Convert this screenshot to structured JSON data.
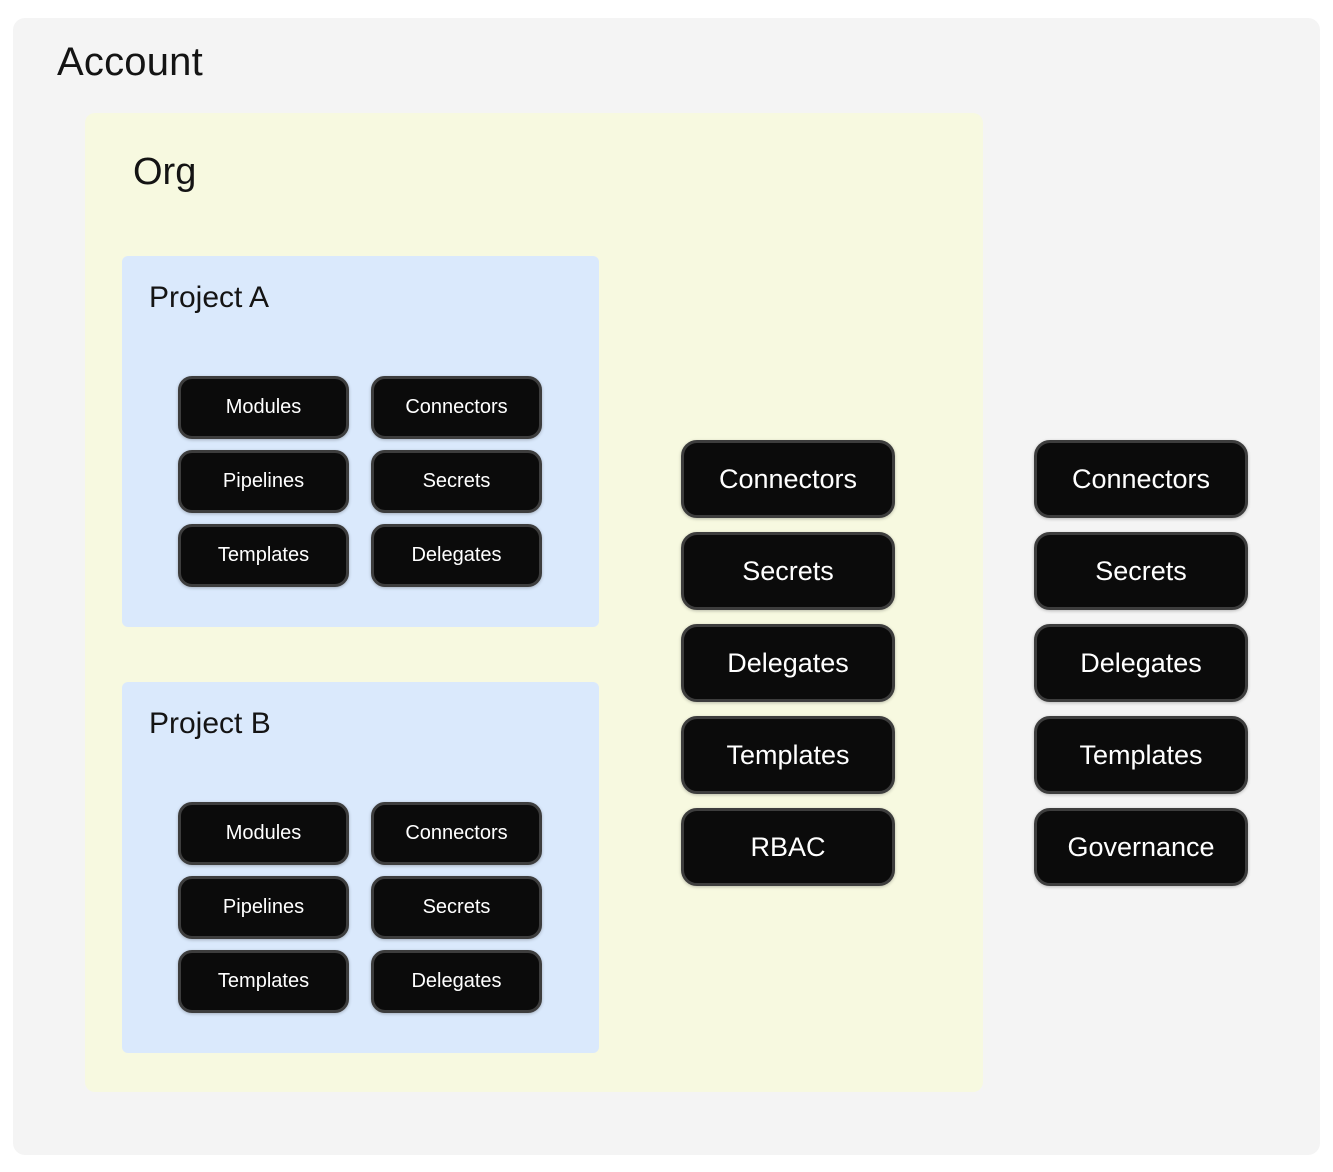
{
  "diagram": {
    "account": {
      "title": "Account",
      "resources": [
        "Connectors",
        "Secrets",
        "Delegates",
        "Templates",
        "Governance"
      ]
    },
    "org": {
      "title": "Org",
      "resources": [
        "Connectors",
        "Secrets",
        "Delegates",
        "Templates",
        "RBAC"
      ]
    },
    "projects": [
      {
        "title": "Project A",
        "resources": [
          "Modules",
          "Connectors",
          "Pipelines",
          "Secrets",
          "Templates",
          "Delegates"
        ]
      },
      {
        "title": "Project B",
        "resources": [
          "Modules",
          "Connectors",
          "Pipelines",
          "Secrets",
          "Templates",
          "Delegates"
        ]
      }
    ],
    "colors": {
      "account_bg": "#f4f4f4",
      "org_bg": "#f7f9e0",
      "project_bg": "#dae9fc",
      "pill_bg": "#0b0b0b",
      "pill_border": "#3d3d3d",
      "pill_text": "#ffffff",
      "title_text": "#141414"
    }
  }
}
